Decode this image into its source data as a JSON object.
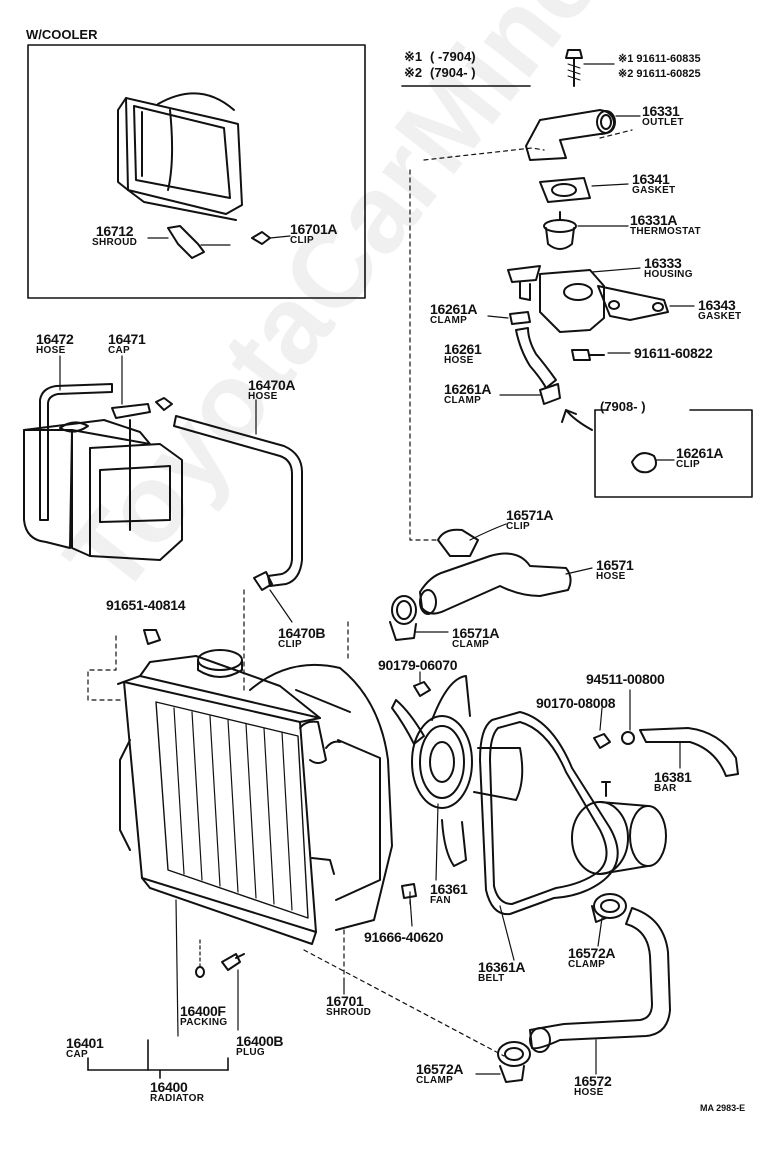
{
  "inset_title": "W/COOLER",
  "header_notes": {
    "note1_mark": "※1",
    "note1_range": "(      -7904)",
    "note2_mark": "※2",
    "note2_range": "(7904-       )",
    "bolt_alt1": "※1 91611-60835",
    "bolt_alt2": "※2 91611-60825"
  },
  "clip_inset_range": "(7908-          )",
  "watermark": "ToyotaCarMine.ru",
  "diagram_code": "MA 2983-E",
  "parts": [
    {
      "id": "p16712",
      "number": "16712",
      "name": "SHROUD"
    },
    {
      "id": "p16701A",
      "number": "16701A",
      "name": "CLIP"
    },
    {
      "id": "p16331",
      "number": "16331",
      "name": "OUTLET"
    },
    {
      "id": "p16341",
      "number": "16341",
      "name": "GASKET"
    },
    {
      "id": "p16331A",
      "number": "16331A",
      "name": "THERMOSTAT"
    },
    {
      "id": "p16333",
      "number": "16333",
      "name": "HOUSING"
    },
    {
      "id": "p16343",
      "number": "16343",
      "name": "GASKET"
    },
    {
      "id": "p16261A_1",
      "number": "16261A",
      "name": "CLAMP"
    },
    {
      "id": "p16261",
      "number": "16261",
      "name": "HOSE"
    },
    {
      "id": "p91611_60822",
      "number": "91611-60822",
      "name": ""
    },
    {
      "id": "p16261A_2",
      "number": "16261A",
      "name": "CLAMP"
    },
    {
      "id": "p16261A_clip",
      "number": "16261A",
      "name": "CLIP"
    },
    {
      "id": "p16472",
      "number": "16472",
      "name": "HOSE"
    },
    {
      "id": "p16471",
      "number": "16471",
      "name": "CAP"
    },
    {
      "id": "p16470A",
      "number": "16470A",
      "name": "HOSE"
    },
    {
      "id": "p16571A_1",
      "number": "16571A",
      "name": "CLIP"
    },
    {
      "id": "p16571",
      "number": "16571",
      "name": "HOSE"
    },
    {
      "id": "p91651_40814",
      "number": "91651-40814",
      "name": ""
    },
    {
      "id": "p16470B",
      "number": "16470B",
      "name": "CLIP"
    },
    {
      "id": "p16571A_2",
      "number": "16571A",
      "name": "CLAMP"
    },
    {
      "id": "p90179_06070",
      "number": "90179-06070",
      "name": ""
    },
    {
      "id": "p94511_00800",
      "number": "94511-00800",
      "name": ""
    },
    {
      "id": "p90170_08008",
      "number": "90170-08008",
      "name": ""
    },
    {
      "id": "p16381",
      "number": "16381",
      "name": "BAR"
    },
    {
      "id": "p16361",
      "number": "16361",
      "name": "FAN"
    },
    {
      "id": "p91666_40620",
      "number": "91666-40620",
      "name": ""
    },
    {
      "id": "p16361A",
      "number": "16361A",
      "name": "BELT"
    },
    {
      "id": "p16572A_1",
      "number": "16572A",
      "name": "CLAMP"
    },
    {
      "id": "p16701",
      "number": "16701",
      "name": "SHROUD"
    },
    {
      "id": "p16400F",
      "number": "16400F",
      "name": "PACKING"
    },
    {
      "id": "p16400B",
      "number": "16400B",
      "name": "PLUG"
    },
    {
      "id": "p16401",
      "number": "16401",
      "name": "CAP"
    },
    {
      "id": "p16400",
      "number": "16400",
      "name": "RADIATOR"
    },
    {
      "id": "p16572A_2",
      "number": "16572A",
      "name": "CLAMP"
    },
    {
      "id": "p16572",
      "number": "16572",
      "name": "HOSE"
    }
  ]
}
